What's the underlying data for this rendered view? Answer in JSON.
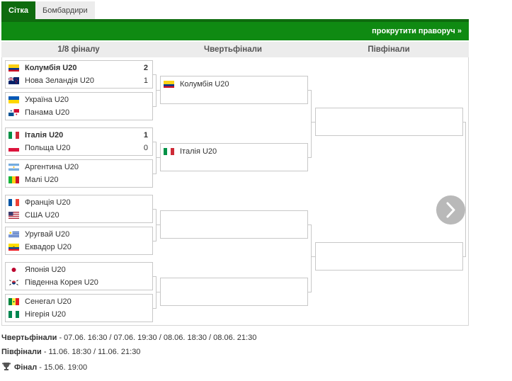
{
  "tabs": [
    {
      "label": "Сітка",
      "active": true
    },
    {
      "label": "Бомбардири",
      "active": false
    }
  ],
  "scroll_right_label": "прокрутити праворуч »",
  "rounds": {
    "r16": "1/8 фіналу",
    "qf": "Чвертьфінали",
    "sf": "Півфінали"
  },
  "r16": [
    {
      "teams": [
        {
          "name": "Колумбія U20",
          "flag": "colombia",
          "score": "2",
          "winner": true
        },
        {
          "name": "Нова Зеландія U20",
          "flag": "new-zealand",
          "score": "1",
          "winner": false
        }
      ]
    },
    {
      "teams": [
        {
          "name": "Україна U20",
          "flag": "ukraine",
          "score": "",
          "winner": false
        },
        {
          "name": "Панама U20",
          "flag": "panama",
          "score": "",
          "winner": false
        }
      ]
    },
    {
      "teams": [
        {
          "name": "Італія U20",
          "flag": "italy",
          "score": "1",
          "winner": true
        },
        {
          "name": "Польща U20",
          "flag": "poland",
          "score": "0",
          "winner": false
        }
      ]
    },
    {
      "teams": [
        {
          "name": "Аргентина U20",
          "flag": "argentina",
          "score": "",
          "winner": false
        },
        {
          "name": "Малі U20",
          "flag": "mali",
          "score": "",
          "winner": false
        }
      ]
    },
    {
      "teams": [
        {
          "name": "Франція U20",
          "flag": "france",
          "score": "",
          "winner": false
        },
        {
          "name": "США U20",
          "flag": "usa",
          "score": "",
          "winner": false
        }
      ]
    },
    {
      "teams": [
        {
          "name": "Уругвай U20",
          "flag": "uruguay",
          "score": "",
          "winner": false
        },
        {
          "name": "Еквадор U20",
          "flag": "ecuador",
          "score": "",
          "winner": false
        }
      ]
    },
    {
      "teams": [
        {
          "name": "Японія U20",
          "flag": "japan",
          "score": "",
          "winner": false
        },
        {
          "name": "Південна Корея U20",
          "flag": "south-korea",
          "score": "",
          "winner": false
        }
      ]
    },
    {
      "teams": [
        {
          "name": "Сенегал U20",
          "flag": "senegal",
          "score": "",
          "winner": false
        },
        {
          "name": "Нігерія U20",
          "flag": "nigeria",
          "score": "",
          "winner": false
        }
      ]
    }
  ],
  "qf": [
    {
      "teams": [
        {
          "name": "Колумбія U20",
          "flag": "colombia"
        }
      ]
    },
    {
      "teams": [
        {
          "name": "Італія U20",
          "flag": "italy"
        }
      ]
    },
    {
      "teams": []
    },
    {
      "teams": []
    }
  ],
  "sf": [
    {
      "teams": []
    },
    {
      "teams": []
    }
  ],
  "schedule": [
    {
      "label": "Чвертьфінали",
      "text": " - 07.06. 16:30 / 07.06. 19:30 / 08.06. 18:30 / 08.06. 21:30",
      "icon": ""
    },
    {
      "label": "Півфінали",
      "text": " - 11.06. 18:30 / 11.06. 21:30",
      "icon": ""
    },
    {
      "label": "Фінал",
      "text": " - 15.06. 19:00",
      "icon": "trophy-icon"
    }
  ],
  "colors": {
    "tab_active": "#0e6b0e",
    "scroll_bar": "#0f8a12",
    "next_button": "#b9b9b9"
  }
}
